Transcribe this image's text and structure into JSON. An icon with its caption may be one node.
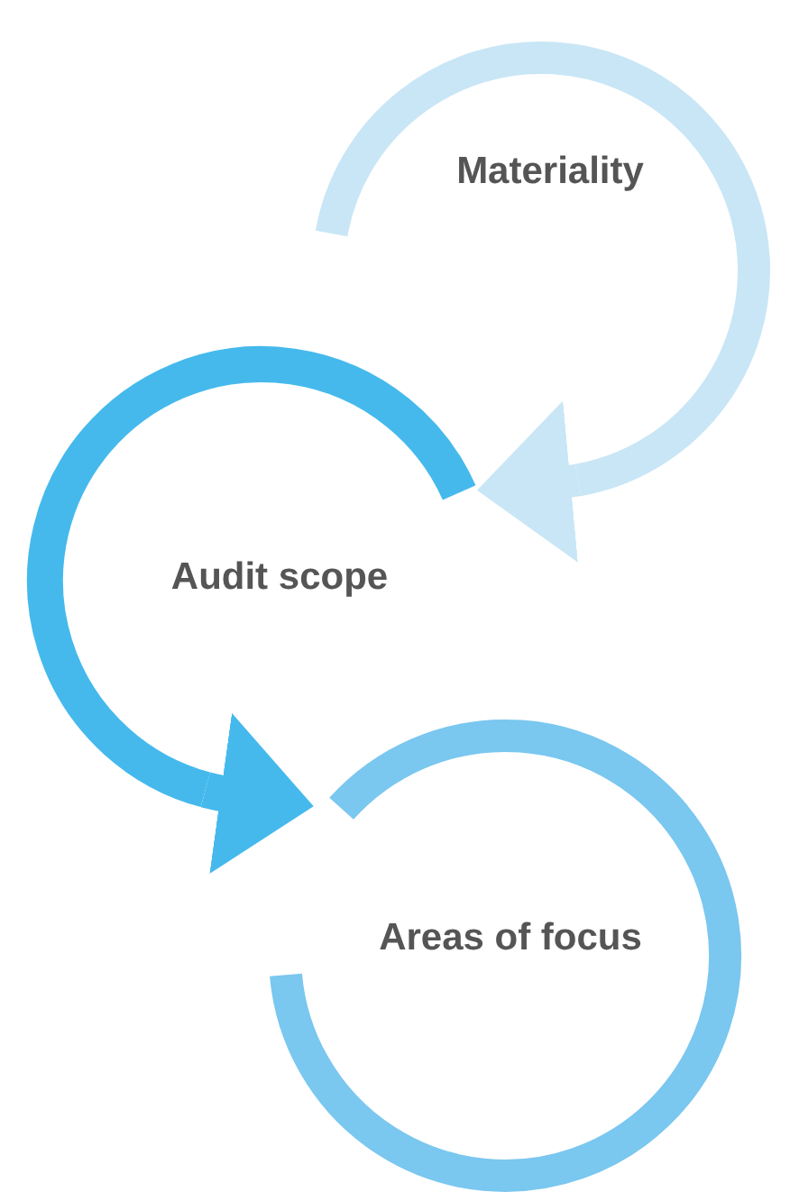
{
  "diagram": {
    "nodes": [
      {
        "text": [
          "Materiality"
        ]
      },
      {
        "text": [
          "Audit scope"
        ]
      },
      {
        "text": [
          "Areas of focus"
        ]
      }
    ],
    "edges": [
      {
        "from": 0,
        "to": 1,
        "arrow": "to",
        "color": "#c9e6f6"
      },
      {
        "from": 1,
        "to": 2,
        "arrow": "to",
        "color": "#45b9ec"
      }
    ]
  }
}
